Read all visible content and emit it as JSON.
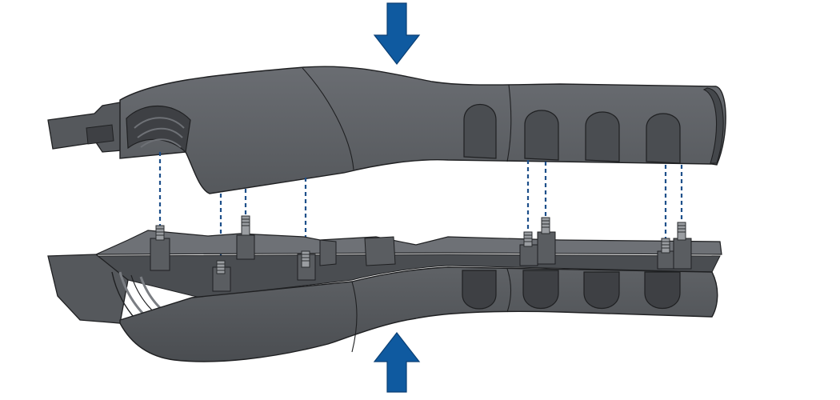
{
  "diagram": {
    "type": "exploded-assembly",
    "parts": [
      "upper-housing-shell",
      "lower-housing-shell"
    ],
    "fastener_count": 8,
    "press_direction": [
      "down",
      "up"
    ],
    "colors": {
      "background": "#ffffff",
      "shell": "#5a5d61",
      "shell_light": "#6e7176",
      "shell_dark": "#3e4044",
      "shell_interior": "#4a4d51",
      "outline": "#1f2022",
      "arrow": "#0f5aa0",
      "arrow_outline": "#0a3f74",
      "guide_line": "#1d4f8a",
      "screw": "#9a9da1"
    }
  }
}
